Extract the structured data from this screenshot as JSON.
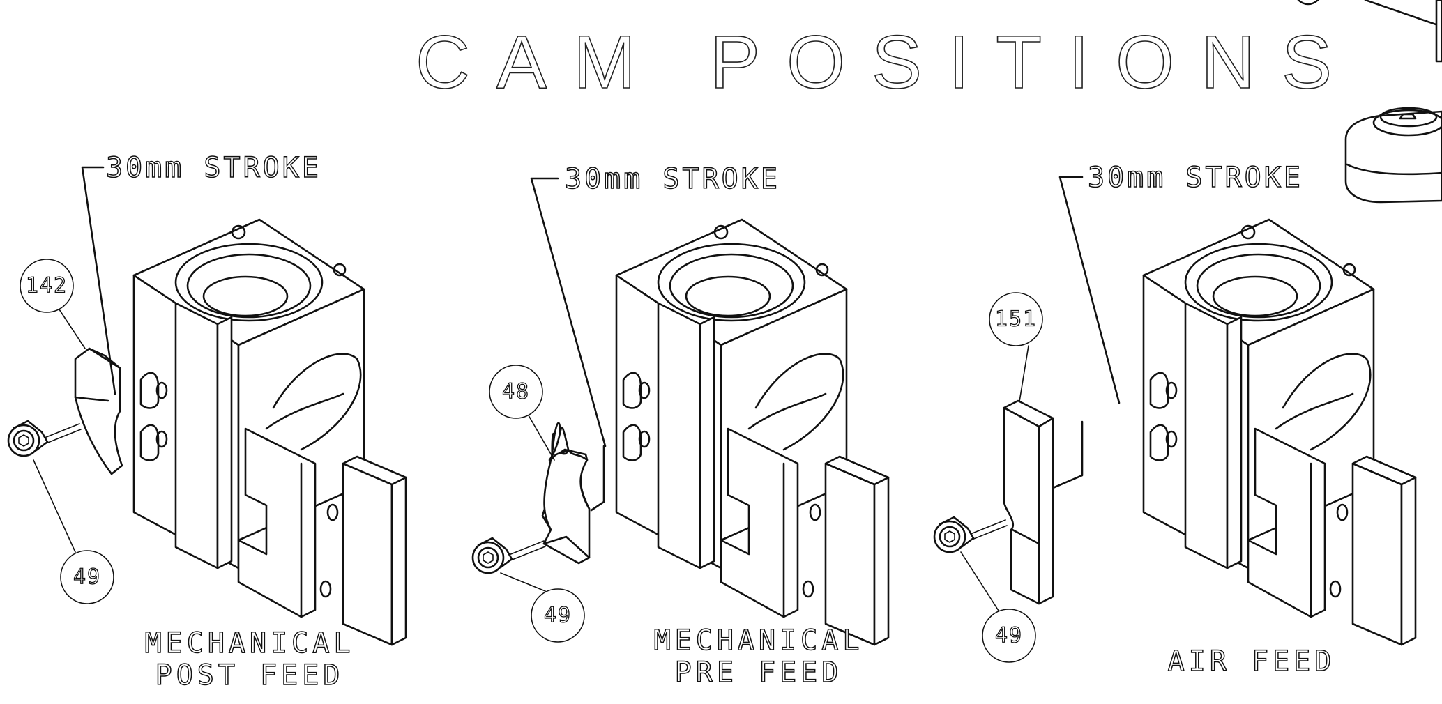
{
  "title": "CAM POSITIONS",
  "stroke_note": "30mm STROKE",
  "views": [
    {
      "caption_lines": [
        "MECHANICAL",
        "POST FEED"
      ],
      "balloons": [
        "142",
        "49"
      ]
    },
    {
      "caption_lines": [
        "MECHANICAL",
        "PRE FEED"
      ],
      "balloons": [
        "48",
        "49"
      ]
    },
    {
      "caption_lines": [
        "AIR FEED"
      ],
      "balloons": [
        "151",
        "49"
      ]
    }
  ]
}
